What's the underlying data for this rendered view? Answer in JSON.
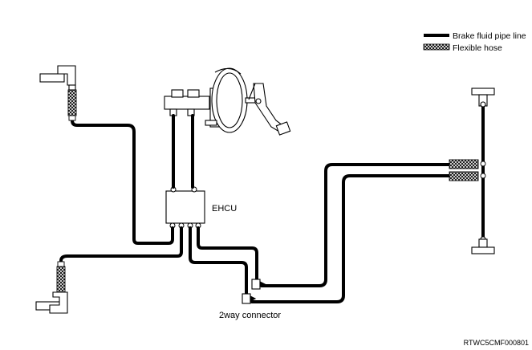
{
  "legend": {
    "pipe_label": "Brake fluid pipe line",
    "hose_label": "Flexible hose"
  },
  "labels": {
    "ehcu": "EHCU",
    "connector": "2way connector",
    "figure_code": "RTWC5CMF000801"
  },
  "colors": {
    "line": "#000000",
    "background": "#ffffff"
  }
}
